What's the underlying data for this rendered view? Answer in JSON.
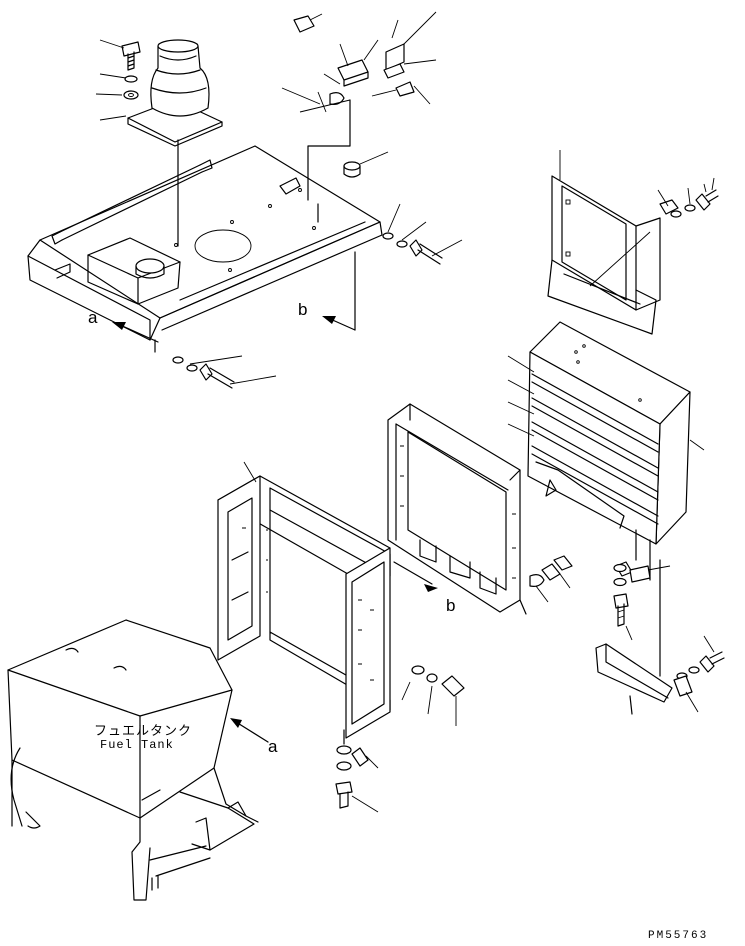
{
  "labels": {
    "view_a_top": "a",
    "view_b_top": "b",
    "view_b_mid": "b",
    "view_a_bottom": "a"
  },
  "fuel_tank": {
    "label_jp": "フュエルタンク",
    "label_en": "Fuel Tank"
  },
  "drawing_number": "PM55763"
}
